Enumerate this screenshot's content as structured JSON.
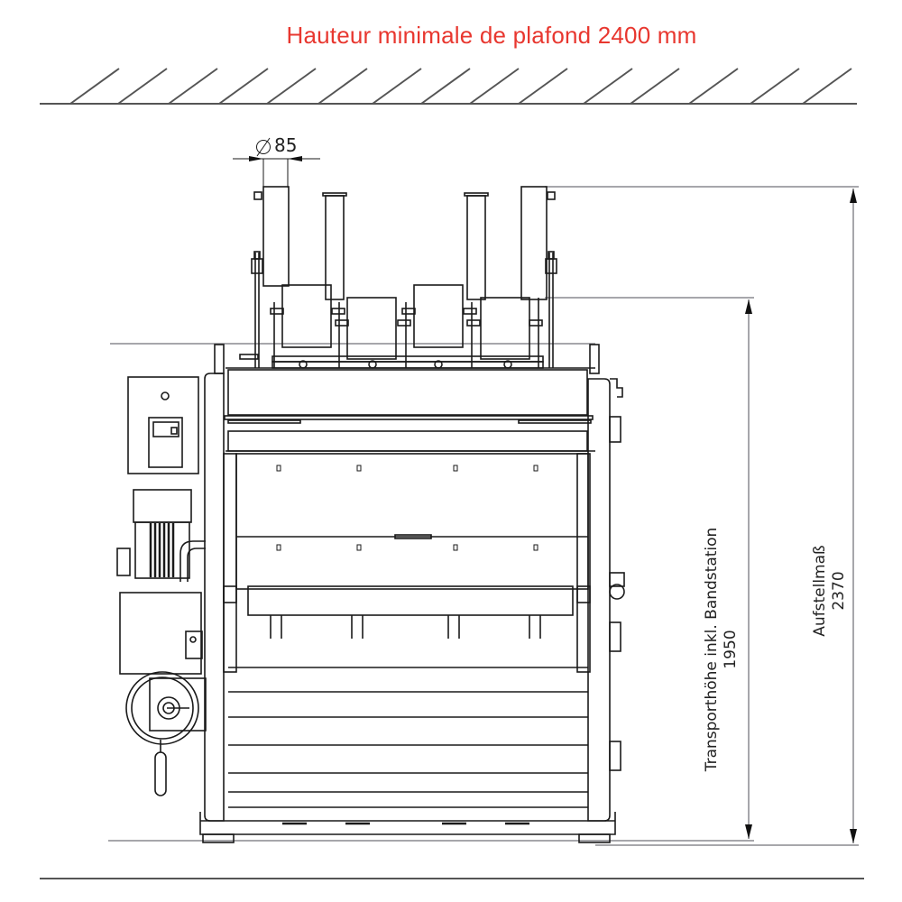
{
  "title": "Hauteur minimale de plafond 2400 mm",
  "colors": {
    "title": "#e8372f",
    "lines": "#1a1a1a",
    "dimension_lines": "#8a8a8f"
  },
  "dimensions": {
    "diameter": {
      "symbol": "⌀",
      "value": "85"
    },
    "transport_height": {
      "label": "Transporthöhe inkl. Bandstation",
      "value": "1950"
    },
    "installation_height": {
      "label": "Aufstellmaß",
      "value": "2370"
    }
  },
  "ceiling": {
    "hatch_count": 16
  }
}
